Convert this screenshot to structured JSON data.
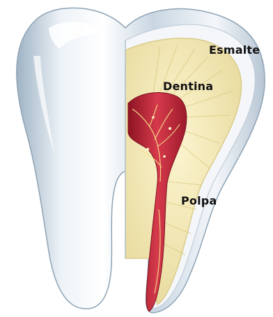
{
  "labels": {
    "enamel": "Esmalte",
    "dentin": "Dentina",
    "pulp": "Polpa"
  },
  "colors": {
    "enamel_light": "#ffffff",
    "enamel_shadow": "#9fb3c4",
    "dentin": "#efe6b6",
    "dentin_edge": "#d9cc8a",
    "pulp": "#c2263a",
    "pulp_dark": "#8d1424",
    "nerve": "#f6e38a"
  },
  "icons": [
    "tooth-illustration"
  ]
}
